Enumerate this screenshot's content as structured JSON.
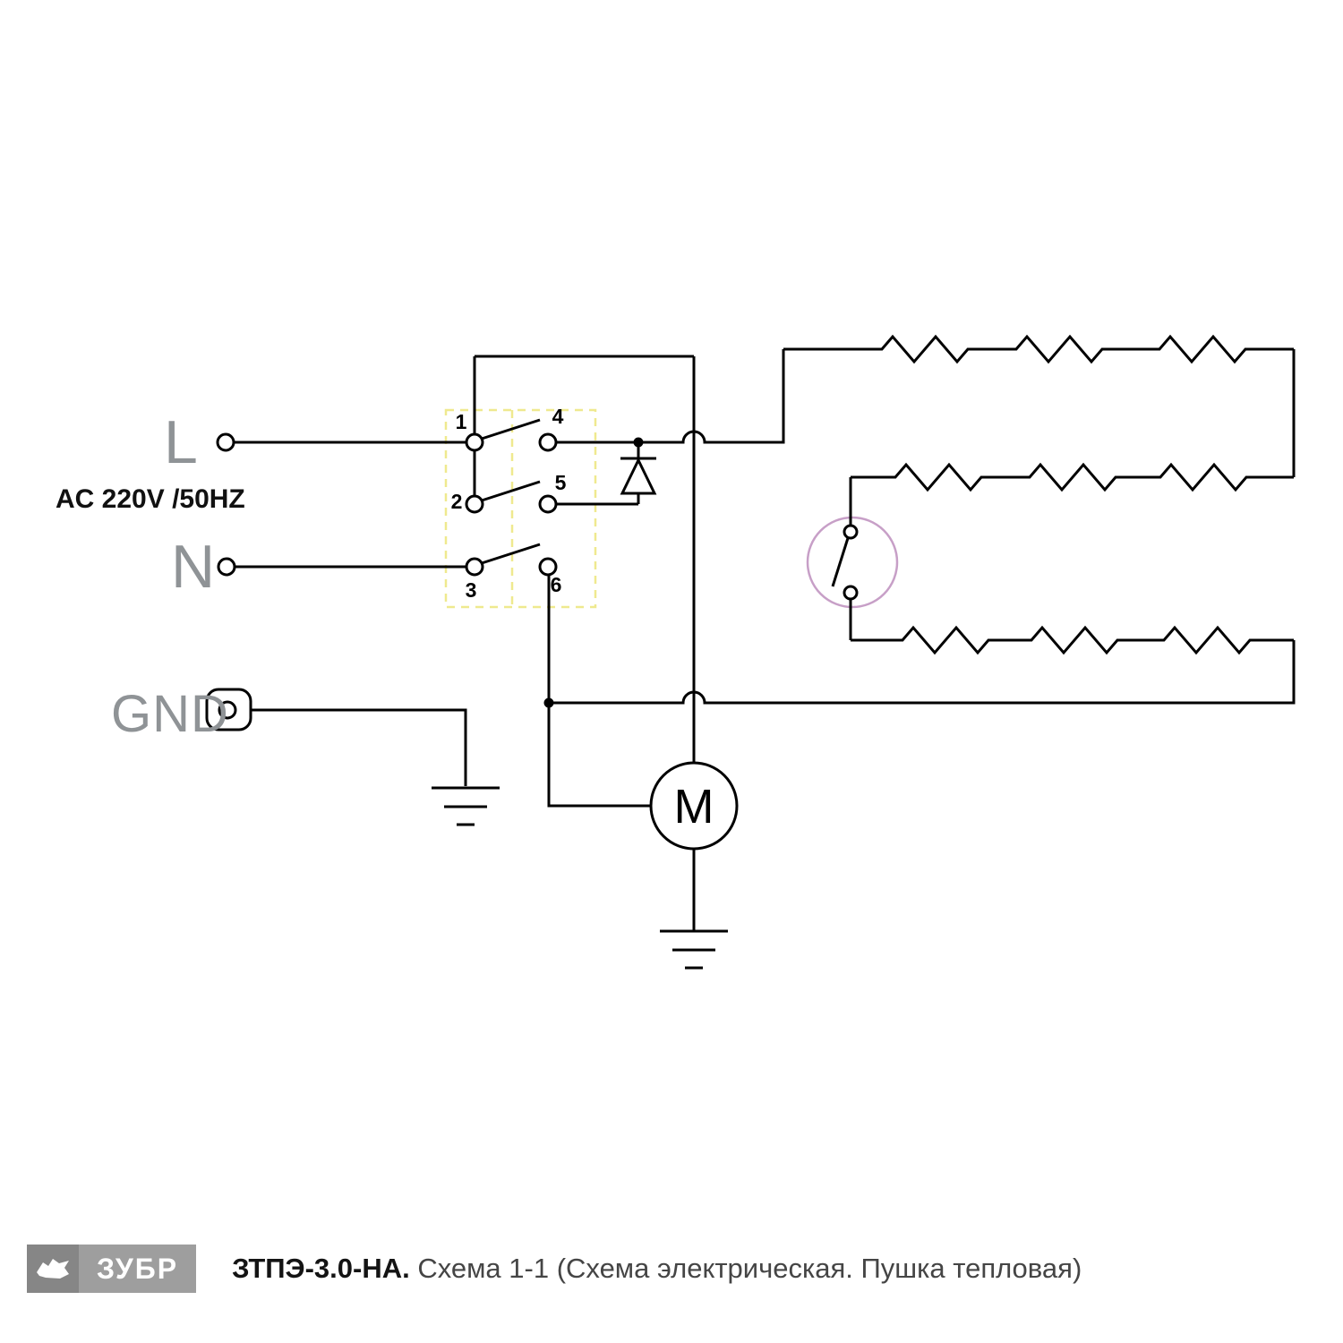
{
  "schematic": {
    "supply_label": "AC 220V /50HZ",
    "terminals": {
      "line": "L",
      "neutral": "N",
      "ground": "GND"
    },
    "switch_contacts": [
      "1",
      "2",
      "3",
      "4",
      "5",
      "6"
    ],
    "motor_label": "M"
  },
  "footer": {
    "brand": "ЗУБР",
    "model": "ЗТПЭ-3.0-НА.",
    "subtitle": "Схема 1-1 (Схема электрическая. Пушка тепловая)"
  },
  "colors": {
    "wire": "#000000",
    "label_gray": "#8f9396",
    "dashed_box": "#efe98f",
    "thermal_switch_ring": "#c79fc7",
    "footer_logo_dark": "#868686",
    "footer_logo_light": "#9e9e9e"
  }
}
